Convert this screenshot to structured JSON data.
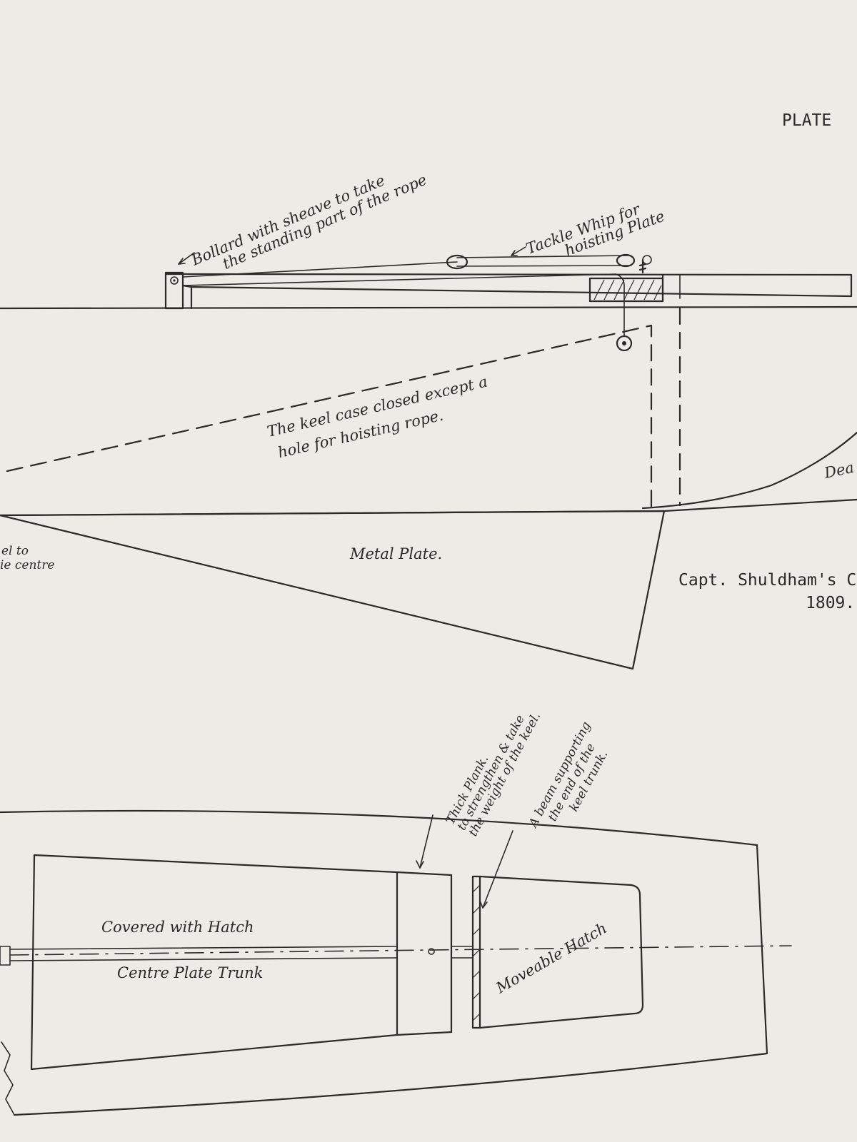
{
  "plate": {
    "header": "PLATE",
    "caption_line1": "Capt. Shuldham's C",
    "caption_line2": "1809."
  },
  "elevation": {
    "bollard_label_1": "Bollard with sheave to take",
    "bollard_label_2": "the standing part of the rope",
    "tackle_label_1": "Tackle Whip for",
    "tackle_label_2": "hoisting Plate",
    "keel_case_label_1": "The keel case closed except a",
    "keel_case_label_2": "hole for hoisting rope.",
    "metal_plate_label": "Metal Plate.",
    "left_partial_1": "el to",
    "left_partial_2": "ie centre",
    "right_partial": "Dea"
  },
  "plan": {
    "plank_label_1": "Thick Plank.",
    "plank_label_2": "to strengthen & take",
    "plank_label_3": "the weight of the keel.",
    "beam_label_1": "A beam supporting",
    "beam_label_2": "the end of the",
    "beam_label_3": "keel trunk.",
    "hatch_label": "Covered with Hatch",
    "trunk_label": "Centre Plate Trunk",
    "moveable_label": "Moveable Hatch"
  }
}
